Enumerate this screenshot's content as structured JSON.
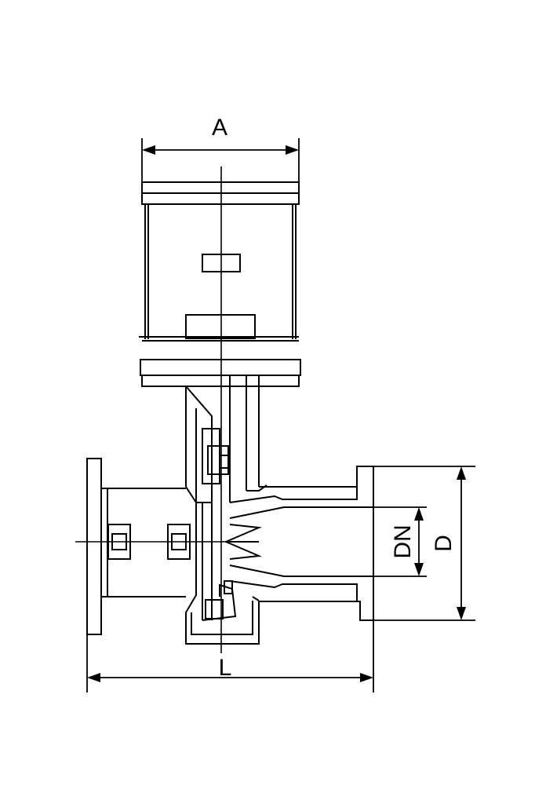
{
  "dimensions": {
    "actuator_width": "A",
    "overall_length": "L",
    "nominal_bore": "DN",
    "flange_diameter": "D"
  }
}
